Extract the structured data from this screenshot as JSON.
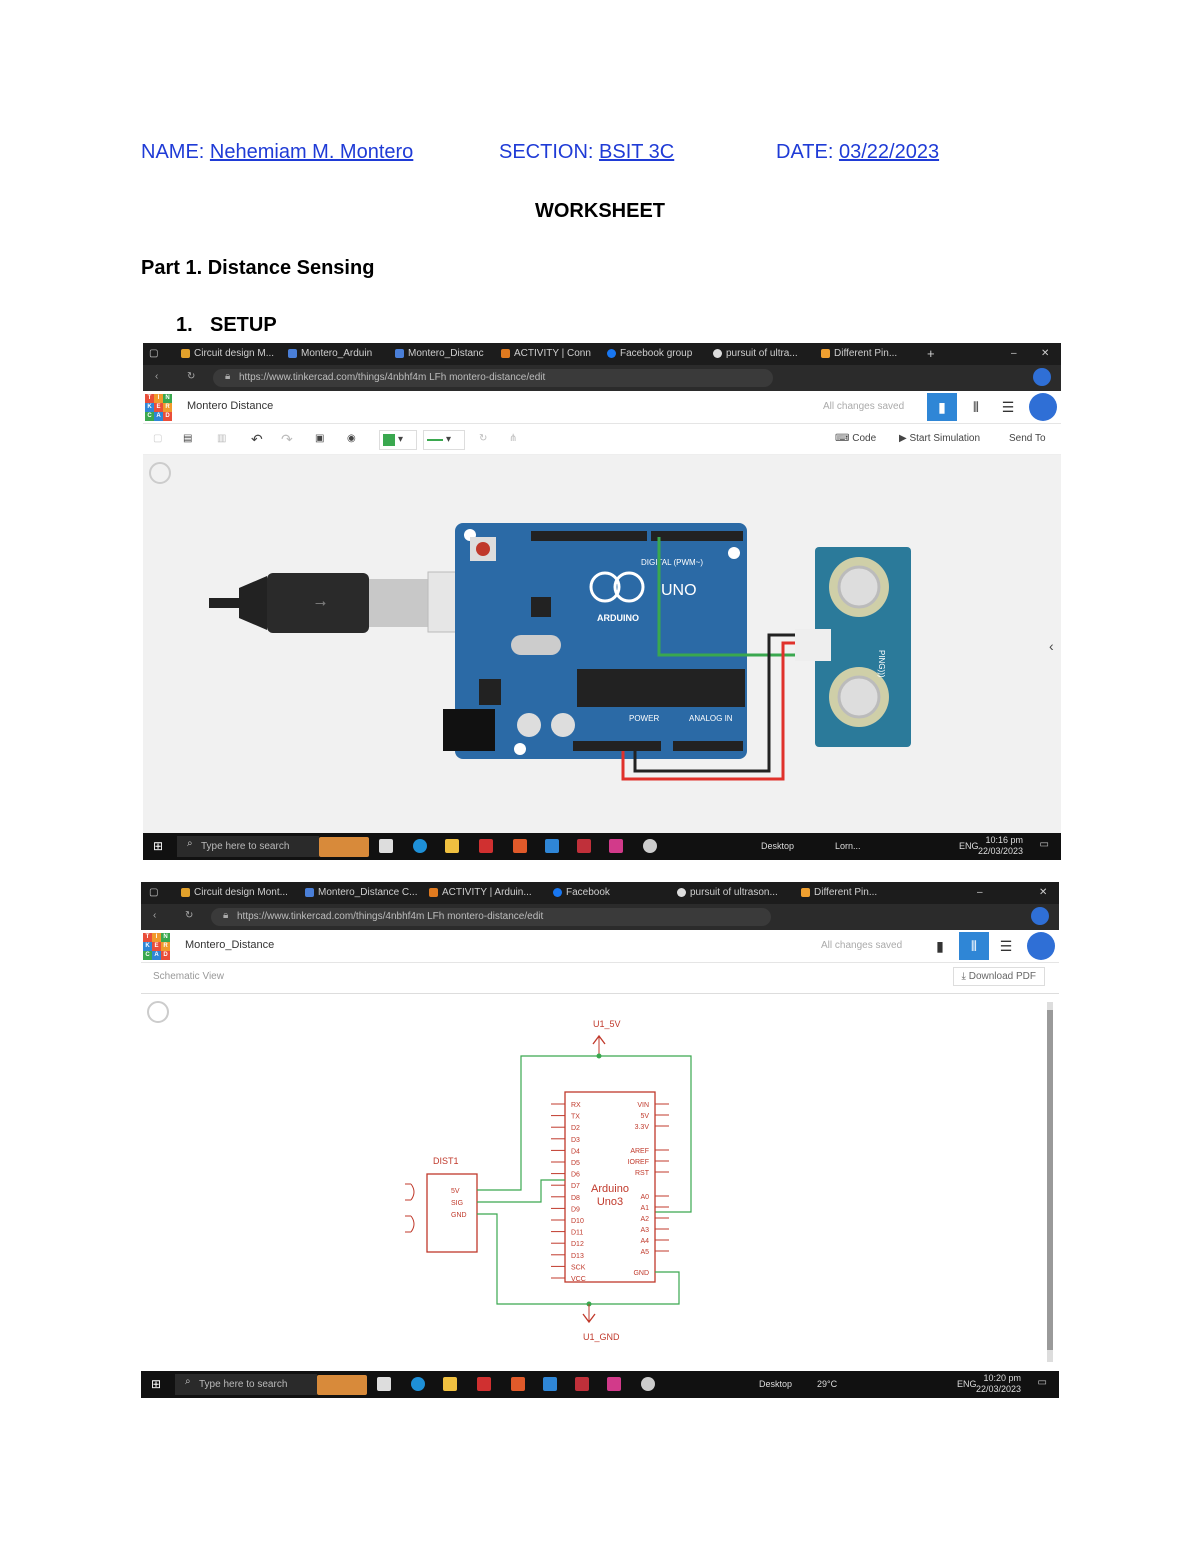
{
  "header": {
    "name_label": "NAME: ",
    "name_value": "Nehemiam M. Montero",
    "section_label": "SECTION: ",
    "section_value": "BSIT 3C",
    "date_label": "DATE: ",
    "date_value": "03/22/2023"
  },
  "title": "WORKSHEET",
  "part": "Part 1. Distance Sensing",
  "list_item": {
    "number": "1.",
    "label": "SETUP"
  },
  "screenshot1": {
    "tabs": [
      "Circuit design M...",
      "Montero_Arduin",
      "Montero_Distanc",
      "ACTIVITY | Conn",
      "Facebook group",
      "pursuit of ultra...",
      "Different Pin..."
    ],
    "url": "https://www.tinkercad.com/things/4nbhf4m LFh montero-distance/edit",
    "logo": [
      "T",
      "I",
      "N",
      "K",
      "E",
      "R",
      "C",
      "A",
      "D"
    ],
    "project_name": "Montero Distance",
    "save_status": "All changes saved",
    "toolbar": {
      "code": "Code",
      "simulate": "Start Simulation",
      "send": "Send To"
    },
    "arduino": {
      "digital": "DIGITAL (PWM~)",
      "brand": "ARDUINO",
      "model": "UNO",
      "power": "POWER",
      "analog": "ANALOG IN"
    },
    "sensor": {
      "label": "PING)))"
    },
    "taskbar": {
      "search": "Type here to search",
      "desktop": "Desktop",
      "app": "Lorn...",
      "lang": "ENG",
      "time": "10:16 pm",
      "date": "22/03/2023"
    }
  },
  "screenshot2": {
    "tabs": [
      "Circuit design Mont...",
      "Montero_Distance C...",
      "ACTIVITY | Arduin...",
      "Facebook",
      "pursuit of ultrason...",
      "Different Pin..."
    ],
    "url": "https://www.tinkercad.com/things/4nbhf4m LFh montero-distance/edit",
    "project_name": "Montero_Distance",
    "save_status": "All changes saved",
    "view_label": "Schematic View",
    "download": "Download PDF",
    "schematic": {
      "power_label": "U1_5V",
      "ground_label": "U1_GND",
      "sensor_label": "DIST1",
      "chip_name": "Arduino",
      "chip_model": "Uno3",
      "left_pins": [
        "RX",
        "TX",
        "D2",
        "D3",
        "D4",
        "D5",
        "D6",
        "D7",
        "D8",
        "D9",
        "D10",
        "D11",
        "D12",
        "D13",
        "SCK",
        "VCC"
      ],
      "right_pins": [
        "VIN",
        "5V",
        "3.3V",
        "AREF",
        "IOREF",
        "RST",
        "A0",
        "A1",
        "A2",
        "A3",
        "A4",
        "A5",
        "GND"
      ],
      "sensor_pins": [
        "5V",
        "SIG",
        "GND"
      ]
    },
    "taskbar": {
      "search": "Type here to search",
      "desktop": "Desktop",
      "weather": "29°C",
      "lang": "ENG",
      "time": "10:20 pm",
      "date": "22/03/2023"
    }
  },
  "colors": {
    "header_blue": "#1f3bd6",
    "board_blue": "#2b6aa6",
    "wire_green": "#3aa84f",
    "wire_red": "#e0312b",
    "schematic_red": "#c0392b"
  }
}
